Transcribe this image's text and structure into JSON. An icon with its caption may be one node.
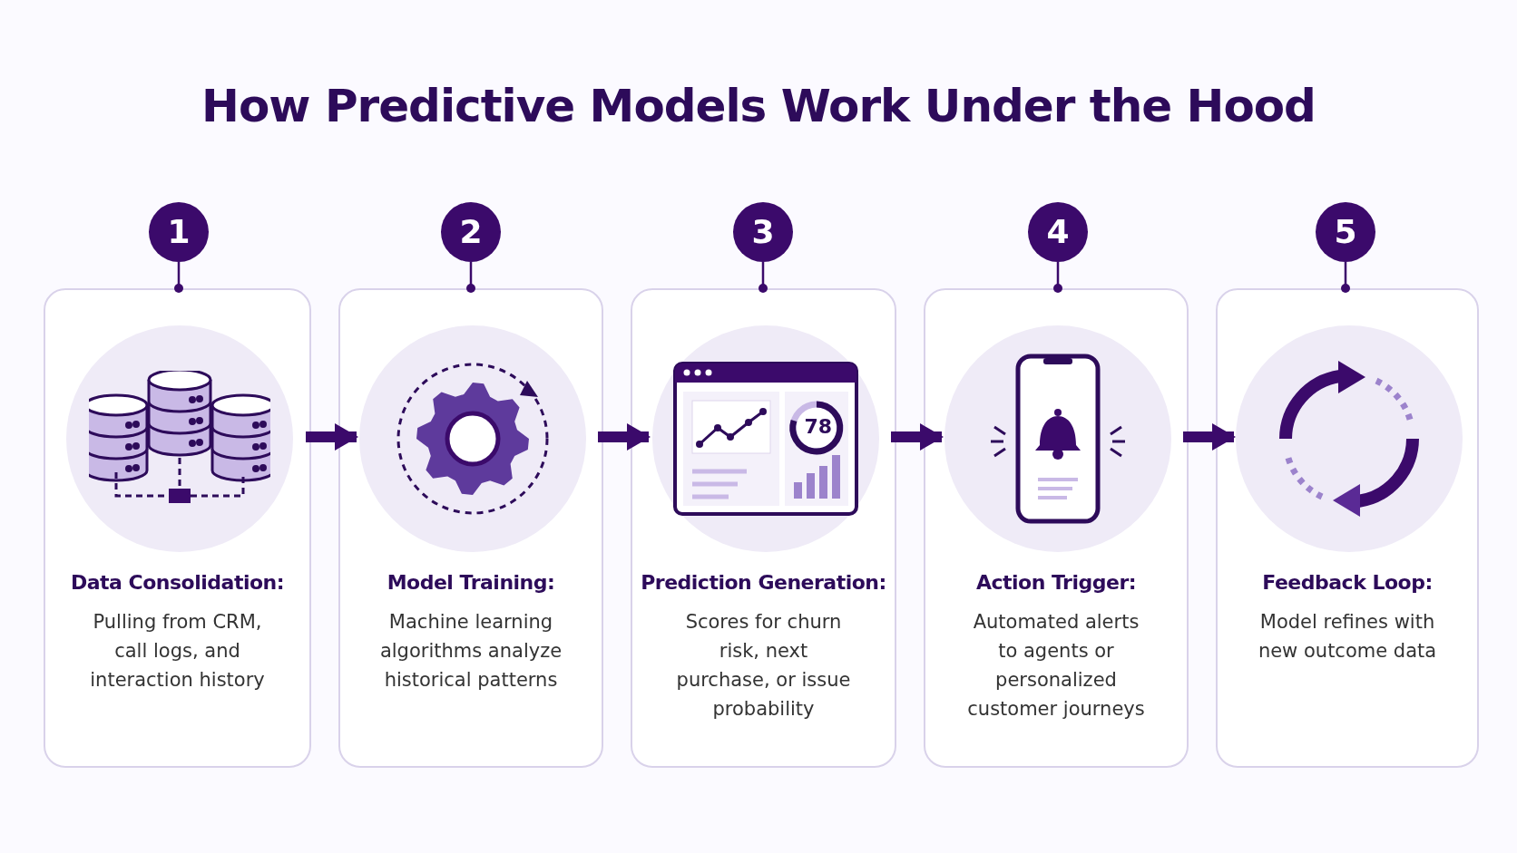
{
  "diagram": {
    "title": "How Predictive Models Work Under the Hood",
    "nodes": [
      {
        "text": [
          "1"
        ]
      },
      {
        "text": [
          "2"
        ]
      },
      {
        "text": [
          "3"
        ]
      },
      {
        "text": [
          "4"
        ]
      },
      {
        "text": [
          "5"
        ]
      },
      {
        "text": [
          "Data Consolidation:",
          "Pulling from CRM, call logs, and interaction history"
        ]
      },
      {
        "text": [
          "Model Training:",
          "Machine learning algorithms analyze historical patterns"
        ]
      },
      {
        "text": [
          "Prediction Generation:",
          "Scores for churn risk, next purchase, or issue probability"
        ]
      },
      {
        "text": [
          "Action Trigger:",
          "Automated alerts to agents or personalized customer journeys"
        ]
      },
      {
        "text": [
          "Feedback Loop:",
          "Model refines with new outcome data"
        ]
      }
    ],
    "edges": [
      {
        "from": 0,
        "to": 5,
        "arrow": "other"
      },
      {
        "from": 1,
        "to": 6,
        "arrow": "other"
      },
      {
        "from": 2,
        "to": 7,
        "arrow": "other"
      },
      {
        "from": 3,
        "to": 8,
        "arrow": "other"
      },
      {
        "from": 4,
        "to": 9,
        "arrow": "other"
      },
      {
        "from": 5,
        "to": 6,
        "arrow": "to",
        "style": "thick"
      },
      {
        "from": 6,
        "to": 7,
        "arrow": "to",
        "style": "thick"
      },
      {
        "from": 7,
        "to": 8,
        "arrow": "to",
        "style": "thick"
      },
      {
        "from": 8,
        "to": 9,
        "arrow": "to",
        "style": "thick"
      }
    ],
    "labels": [
      "78"
    ]
  }
}
